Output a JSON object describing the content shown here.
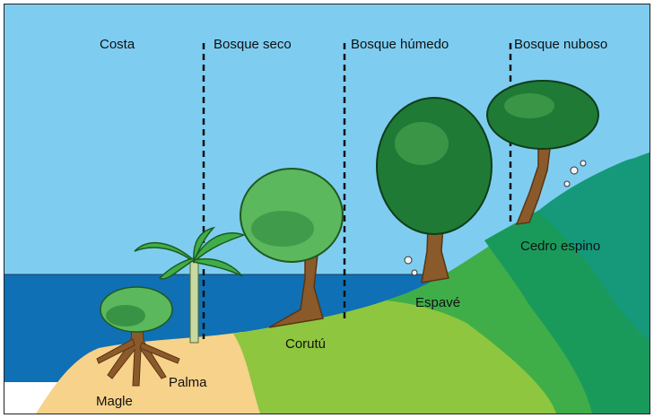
{
  "zones": {
    "coast": "Costa",
    "dry_forest": "Bosque seco",
    "humid_forest": "Bosque húmedo",
    "cloud_forest": "Bosque nuboso"
  },
  "trees": {
    "mangrove": "Magle",
    "palm": "Palma",
    "corutu": "Corutú",
    "espave": "Espavé",
    "cedro": "Cedro espino"
  },
  "colors": {
    "sky": "#7ecdf1",
    "sea": "#0f70b5",
    "sand": "#f7d28a",
    "light_green": "#8ec63f",
    "mid_green": "#3fae49",
    "dark_green": "#1a9a5a",
    "teal_green": "#15997a",
    "trunk": "#8b5a2b",
    "foliage_dark": "#1f7a35",
    "foliage_light": "#5cb85c"
  }
}
